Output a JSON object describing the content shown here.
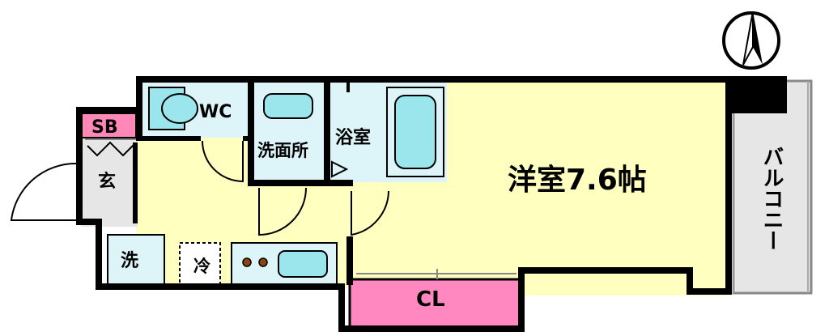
{
  "floor_plan": {
    "rooms": {
      "main_room": "洋室7.6帖",
      "bathroom": "浴室",
      "washroom": "洗面所",
      "toilet": "WC",
      "entrance": "玄",
      "shoe_box": "SB",
      "washer": "洗",
      "fridge": "冷",
      "closet": "CL",
      "balcony": "バルコニー"
    },
    "compass": "north-arrow-up"
  },
  "colors": {
    "wall": "#000000",
    "main_room_fill": "#FFFFC0",
    "wet_area_fill": "#DDF4F8",
    "fixture_fill": "#9BE5EC",
    "shoe_box_fill": "#FF88B8",
    "closet_fill": "#FF88C0",
    "balcony_fill": "#E6E6E6"
  }
}
